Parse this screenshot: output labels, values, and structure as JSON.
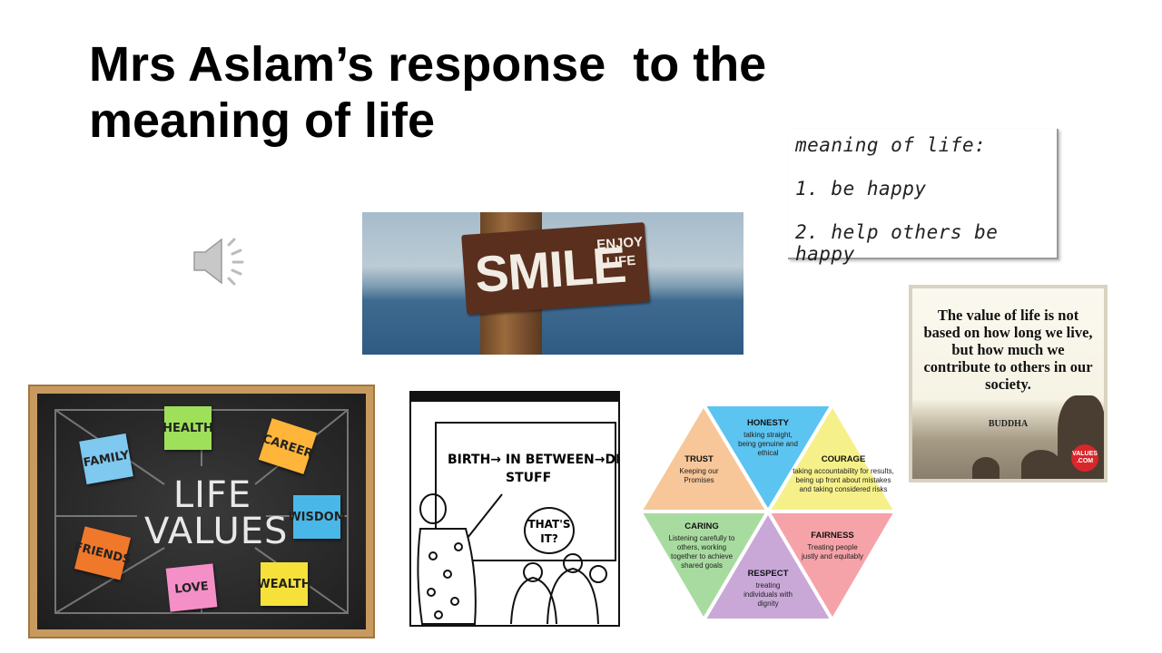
{
  "slide": {
    "title": "Mrs Aslam’s response  to the\nmeaning of life"
  },
  "note": {
    "heading": "meaning of life:",
    "items": [
      "1. be happy",
      "2. help others be happy"
    ]
  },
  "smile_sign": {
    "main": "SMILE",
    "sub_line1": "ENJOY",
    "sub_line2": "LIFE"
  },
  "blackboard": {
    "center_line1": "LIFE",
    "center_line2": "VALUES",
    "notes": [
      {
        "label": "FAMILY",
        "color": "#7fc8f0"
      },
      {
        "label": "HEALTH",
        "color": "#9ee05a"
      },
      {
        "label": "CAREER",
        "color": "#ffb43a"
      },
      {
        "label": "WISDOM",
        "color": "#49b8e8"
      },
      {
        "label": "FRIENDS",
        "color": "#f0782a"
      },
      {
        "label": "LOVE",
        "color": "#f58fc8"
      },
      {
        "label": "WEALTH",
        "color": "#f5e13a"
      }
    ]
  },
  "cartoon": {
    "board_line1": "BIRTH→ IN BETWEEN→DEATH",
    "board_line2": "STUFF",
    "bubble_line1": "THAT'S",
    "bubble_line2": "IT?"
  },
  "values_hexagon": {
    "segments": [
      {
        "title": "TRUST",
        "text": "Keeping our Promises",
        "color": "#f7c79a"
      },
      {
        "title": "HONESTY",
        "text": "talking straight, being genuine and ethical",
        "color": "#5cc4f0"
      },
      {
        "title": "COURAGE",
        "text": "taking accountability for results, being up front about mistakes and taking considered risks",
        "color": "#f6f08a"
      },
      {
        "title": "CARING",
        "text": "Listening carefully to others, working together to achieve shared goals",
        "color": "#a8dba0"
      },
      {
        "title": "RESPECT",
        "text": "treating individuals with dignity",
        "color": "#c9a8d8"
      },
      {
        "title": "FAIRNESS",
        "text": "Treating people justly and equitably",
        "color": "#f5a3a8"
      }
    ]
  },
  "quote": {
    "text": "The value of life is not based on how long we live, but how much we contribute to others in our society.",
    "author": "BUDDHA",
    "badge_line1": "VALUES",
    "badge_line2": ".COM"
  }
}
